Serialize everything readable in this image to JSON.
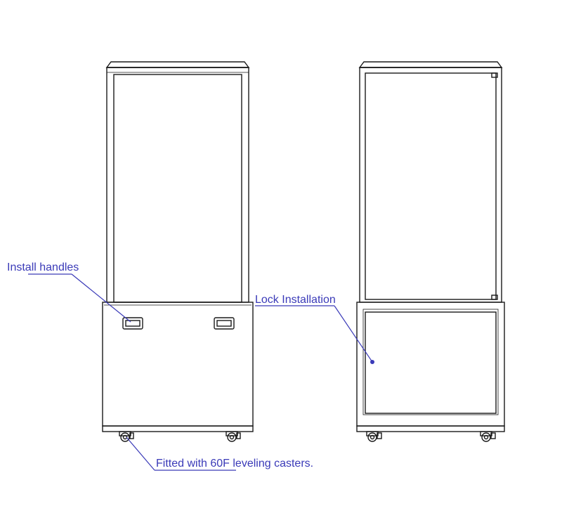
{
  "diagram": {
    "annotations": {
      "install_handles": "Install handles",
      "lock_installation": "Lock Installation",
      "casters": "Fitted with 60F leveling casters."
    },
    "colors": {
      "line": "#1a1a1a",
      "annotation": "#3a3ab8",
      "background": "#ffffff"
    },
    "figures": [
      "left-cabinet-front-view",
      "right-cabinet-door-view"
    ]
  }
}
